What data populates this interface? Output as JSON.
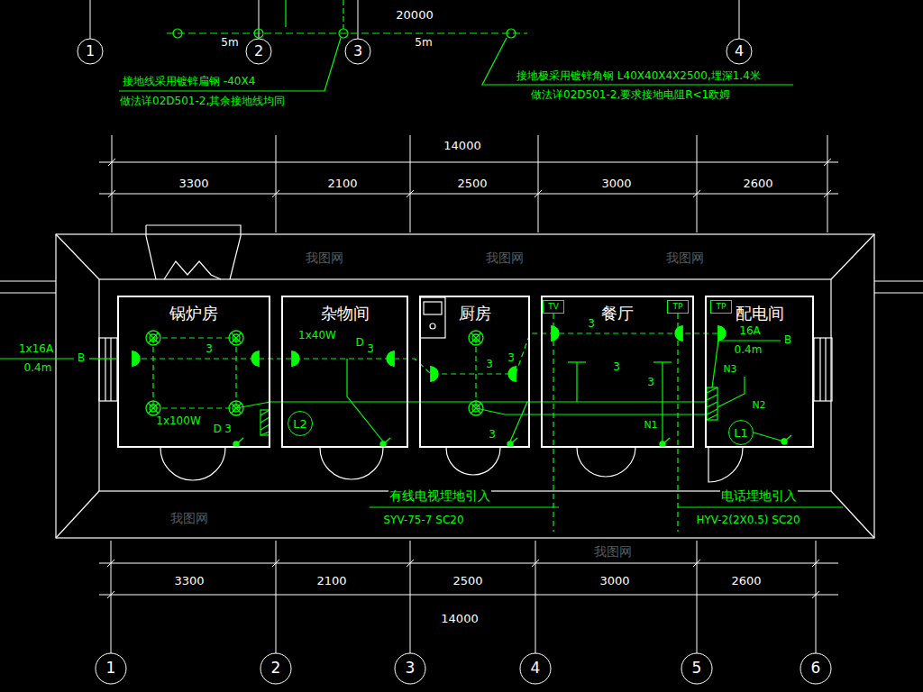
{
  "diagram": {
    "nodes": [
      {
        "text": [
          "锅炉房"
        ]
      },
      {
        "text": [
          "杂物间"
        ]
      },
      {
        "text": [
          "L2"
        ],
        "in": 1
      },
      {
        "text": [
          "厨房"
        ]
      },
      {
        "text": [
          "餐厅"
        ]
      },
      {
        "text": [
          "TV"
        ],
        "in": 4
      },
      {
        "text": [
          "TP"
        ],
        "in": 4
      },
      {
        "text": [
          "配电间"
        ]
      },
      {
        "text": [
          "TP"
        ],
        "in": 7
      },
      {
        "text": [
          "L1"
        ],
        "in": 7
      }
    ],
    "labels": [
      "20000",
      "5m",
      "5m",
      "1",
      "2",
      "3",
      "4",
      "接地线采用镀锌扁钢 -40X4",
      "做法详02D501-2,其余接地线均同",
      "接地极采用镀锌角钢 L40X40X4X2500,埋深1.4米",
      "做法详02D501-2,要求接地电阻R<1欧姆",
      "14000",
      "3300",
      "2100",
      "2500",
      "3000",
      "2600",
      "1x16A",
      "0.4m",
      "B",
      "1x40W",
      "D",
      "3",
      "3",
      "1x100W",
      "D",
      "3",
      "3",
      "3",
      "3",
      "3",
      "3",
      "3",
      "16A",
      "0.4m",
      "B",
      "N3",
      "N1",
      "N2",
      "有线电视埋地引入",
      "SYV-75-7 SC20",
      "电话埋地引入",
      "HYV-2(2X0.5) SC20",
      "3300",
      "2100",
      "2500",
      "3000",
      "2600",
      "14000",
      "1",
      "2",
      "3",
      "4",
      "5",
      "6",
      "我图网",
      "我图网",
      "我图网",
      "我图网",
      "我图网"
    ]
  }
}
